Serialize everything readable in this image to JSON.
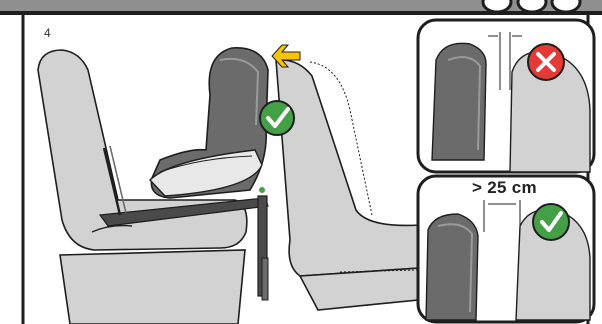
{
  "step": {
    "number": "4"
  },
  "detail_panels": {
    "incorrect": {
      "status": "incorrect",
      "mark": "x-mark",
      "color": "#e53935"
    },
    "correct": {
      "status": "correct",
      "mark": "check-mark",
      "color": "#43a047",
      "gap_label": "> 25 cm"
    }
  },
  "main_scene": {
    "mark": "check-mark",
    "color": "#43a047",
    "arrow_color": "#f6c400"
  },
  "colors": {
    "seat": "#d2d2d2",
    "seat_dark": "#6b6b6b",
    "outline": "#1e1e1e",
    "green": "#43a047",
    "red": "#e53935"
  }
}
